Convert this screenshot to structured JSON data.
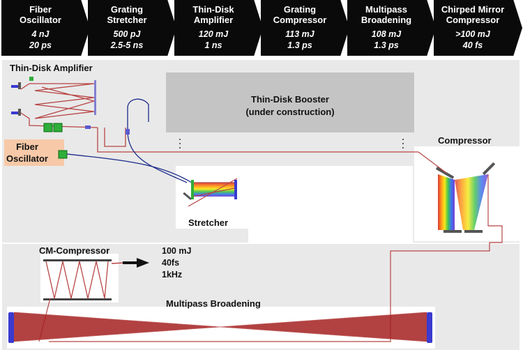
{
  "stages": [
    {
      "title_line1": "Fiber",
      "title_line2": "Oscillator",
      "value1": "4 nJ",
      "value2": "20 ps"
    },
    {
      "title_line1": "Grating",
      "title_line2": "Stretcher",
      "value1": "500 pJ",
      "value2": "2.5-5 ns"
    },
    {
      "title_line1": "Thin-Disk",
      "title_line2": "Amplifier",
      "value1": "120 mJ",
      "value2": "1 ns"
    },
    {
      "title_line1": "Grating",
      "title_line2": "Compressor",
      "value1": "113 mJ",
      "value2": "1.3 ps"
    },
    {
      "title_line1": "Multipass",
      "title_line2": "Broadening",
      "value1": "108 mJ",
      "value2": "1.3 ps"
    },
    {
      "title_line1": "Chirped Mirror",
      "title_line2": "Compressor",
      "value1": ">100 mJ",
      "value2": "40 fs"
    }
  ],
  "labels": {
    "thin_disk_amplifier": "Thin-Disk Amplifier",
    "booster_line1": "Thin-Disk Booster",
    "booster_line2": "(under construction)",
    "fiber_osc_line1": "Fiber",
    "fiber_osc_line2": "Oscillator",
    "compressor": "Compressor",
    "stretcher": "Stretcher",
    "cm_compressor": "CM-Compressor",
    "output_line1": "100 mJ",
    "output_line2": "40fs",
    "output_line3": "1kHz",
    "multipass": "Multipass Broadening"
  },
  "colors": {
    "beam": "#b84545",
    "fiber": "#1a2a8a",
    "region": "#e9e9e9",
    "booster": "#c4c4c4",
    "oscillator_box": "#f7c9a8",
    "module_green": "#2fae3a",
    "mirror": "#3a3ad0"
  }
}
